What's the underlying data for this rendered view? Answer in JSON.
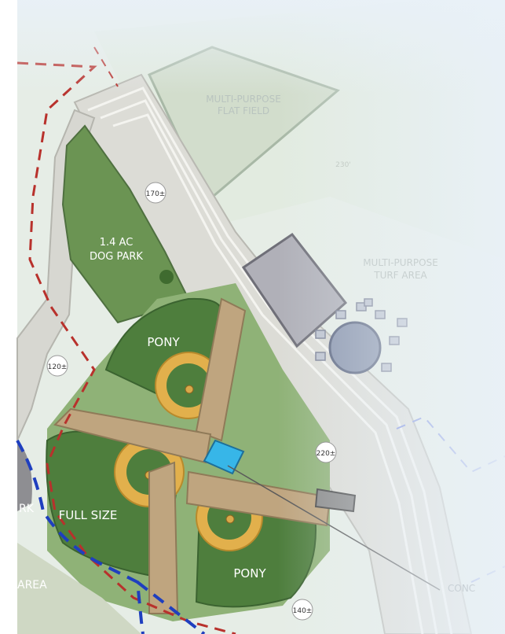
{
  "labels": {
    "multi_flat_line1": "MULTI-PURPOSE",
    "multi_flat_line2": "FLAT FIELD",
    "multi_turf_line1": "MULTI-PURPOSE",
    "multi_turf_line2": "TURF AREA",
    "dog_park_line1": "1.4 AC",
    "dog_park_line2": "DOG PARK",
    "pony_top": "PONY",
    "pony_bottom": "PONY",
    "full_size": "FULL SIZE",
    "park_partial": "RK",
    "area_partial": "AREA",
    "dist_faint": "230'",
    "cont_partial": "CONC"
  },
  "distance_markers": [
    {
      "id": "170",
      "text": "170±"
    },
    {
      "id": "120",
      "text": "120±"
    },
    {
      "id": "220",
      "text": "220±"
    },
    {
      "id": "140",
      "text": "140±"
    }
  ],
  "colors": {
    "background": "#e9f1f8",
    "paper": "#e8efe4",
    "grass": "#4e7e3d",
    "grass_light": "#7ea86a",
    "infield": "#e2b04c",
    "dirt_path": "#bfa57f",
    "pavement": "#d9d6d0",
    "parking_lot": "#b0b0b8",
    "property_line": "#b8312c",
    "trail_line": "#1f3fbf",
    "highlight_box": "#37b6e8"
  }
}
